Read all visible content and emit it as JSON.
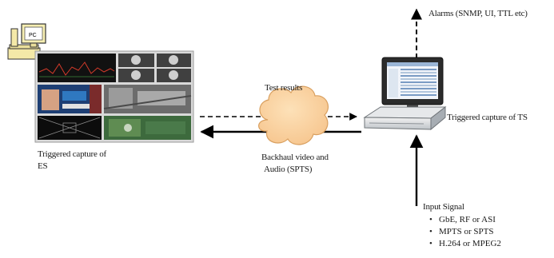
{
  "pc_label": "PC",
  "cloud_label": "Test results",
  "left_caption_line1": "Triggered capture of",
  "left_caption_line2": "ES",
  "backhaul_line1": "Backhaul video and",
  "backhaul_line2": "Audio (SPTS)",
  "alarms_label": "Alarms (SNMP, UI, TTL etc)",
  "right_caption": "Triggered capture of TS",
  "input_signal": {
    "title": "Input Signal",
    "items": [
      "GbE, RF or ASI",
      "MPTS or SPTS",
      "H.264 or MPEG2"
    ]
  },
  "icons": {
    "pc": "pc-computer-icon",
    "monitor": "video-monitor-screenshot",
    "cloud": "cloud-icon",
    "analyzer": "analyzer-workstation-icon"
  }
}
